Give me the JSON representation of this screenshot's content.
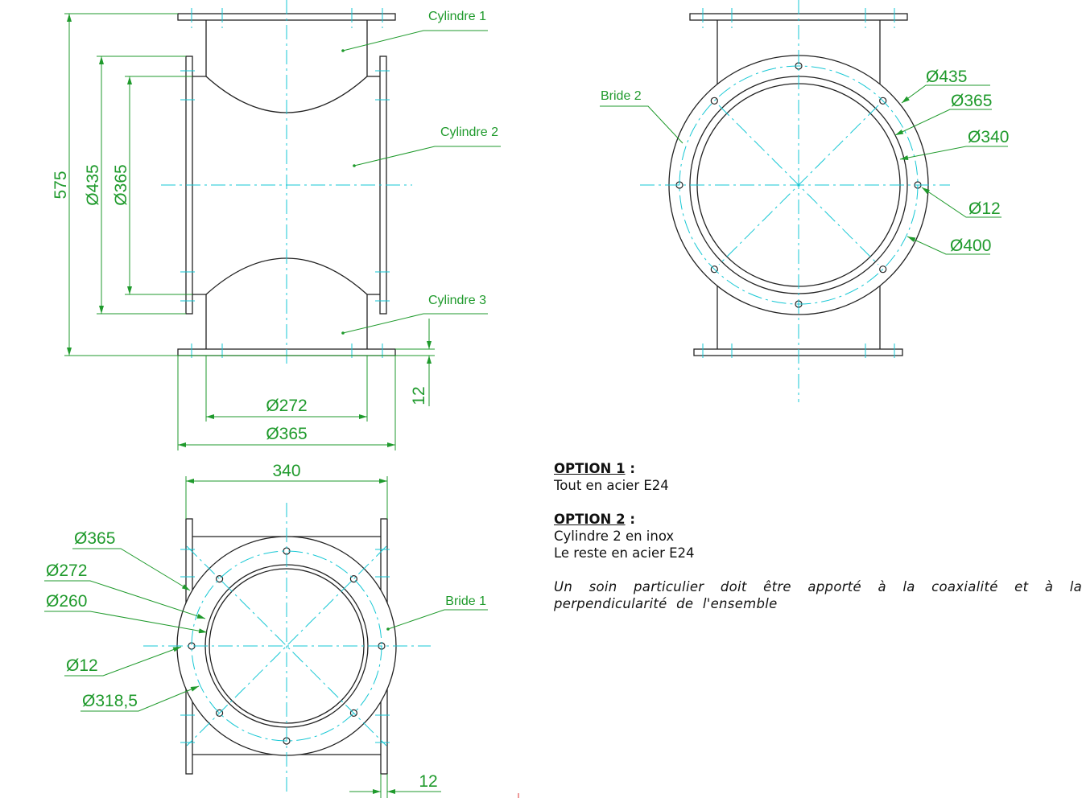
{
  "front_view": {
    "labels": {
      "cyl1": "Cylindre 1",
      "cyl2": "Cylindre 2",
      "cyl3": "Cylindre 3"
    },
    "dims": {
      "height": "575",
      "d435": "Ø435",
      "d365_v": "Ø365",
      "d272": "Ø272",
      "d365_h": "Ø365",
      "t12": "12"
    }
  },
  "side_view": {
    "labels": {
      "bride2": "Bride 2"
    },
    "dims": {
      "d435": "Ø435",
      "d365": "Ø365",
      "d340": "Ø340",
      "d12": "Ø12",
      "d400": "Ø400"
    }
  },
  "bottom_view": {
    "labels": {
      "bride1": "Bride 1"
    },
    "dims": {
      "w340": "340",
      "d365": "Ø365",
      "d272": "Ø272",
      "d260": "Ø260",
      "d12": "Ø12",
      "d318": "Ø318,5",
      "t12": "12"
    }
  },
  "notes": {
    "option1_title": "OPTION 1",
    "option1_colon": " :",
    "option1_text": "Tout en acier E24",
    "option2_title": "OPTION 2",
    "option2_colon": " :",
    "option2_line1": "Cylindre 2 en inox",
    "option2_line2": "Le reste en acier E24",
    "remark": "Un soin particulier doit être apporté à la coaxialité et à la perpendicularité de l'ensemble"
  },
  "colors": {
    "outline": "#222222",
    "centerline": "#15c7d4",
    "dimension": "#1f9a2c",
    "text": "#111111"
  }
}
